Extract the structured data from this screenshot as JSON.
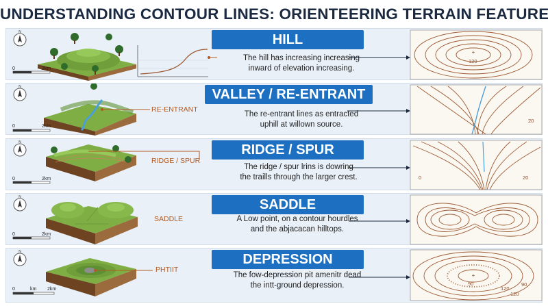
{
  "title": "UNDERSTANDING CONTOUR LINES: ORIENTEERING TERRAIN FEATURES",
  "colors": {
    "banner": "#1d6fc2",
    "row_bg": "#e9f0f8",
    "contour": "#9c5a33",
    "callout": "#b35a22",
    "grass": "#7fae45",
    "soil": "#8a5a32",
    "water": "#4a9fd8"
  },
  "rows": [
    {
      "id": "hill",
      "banner": "HILL",
      "label": "",
      "description": [
        "The hill has increasing increasing",
        "inward of elevation increasing."
      ],
      "scale": {
        "zero": "0",
        "mid": "",
        "end": "2km"
      },
      "map_labels": [
        "120"
      ],
      "compass_icon": "north-arrow-icon"
    },
    {
      "id": "valley",
      "banner": "VALLEY / RE-ENTRANT",
      "label": "RE-ENTRANT",
      "description": [
        "The re-entrant lines as entracted",
        "uphill at willown source."
      ],
      "scale": {
        "zero": "0",
        "mid": "",
        "end": "2km"
      },
      "map_labels": [
        "20"
      ],
      "compass_icon": "north-arrow-icon"
    },
    {
      "id": "ridge",
      "banner": "RIDGE / SPUR",
      "label": "RIDGE / SPUR",
      "description": [
        "The ridge / spur lrins is dowring",
        "the traills through the larger crest."
      ],
      "scale": {
        "zero": "0",
        "mid": "",
        "end": "2km"
      },
      "map_labels": [
        "0",
        "20"
      ],
      "compass_icon": "north-arrow-icon"
    },
    {
      "id": "saddle",
      "banner": "SADDLE",
      "label": "SADDLE",
      "description": [
        "A Low point, on a contour hourdles",
        "and the abjacacan hilltops."
      ],
      "scale": {
        "zero": "0",
        "mid": "",
        "end": "2km"
      },
      "map_labels": [],
      "compass_icon": "north-arrow-icon"
    },
    {
      "id": "depression",
      "banner": "DEPRESSION",
      "label": "PHTIIT",
      "description": [
        "The fow-depression pit amenitr dead",
        "the intt-ground depression."
      ],
      "scale": {
        "zero": "0",
        "mid": "km",
        "end": "2km"
      },
      "map_labels": [
        "90",
        "120",
        "120",
        "90"
      ],
      "compass_icon": "north-arrow-icon"
    }
  ]
}
